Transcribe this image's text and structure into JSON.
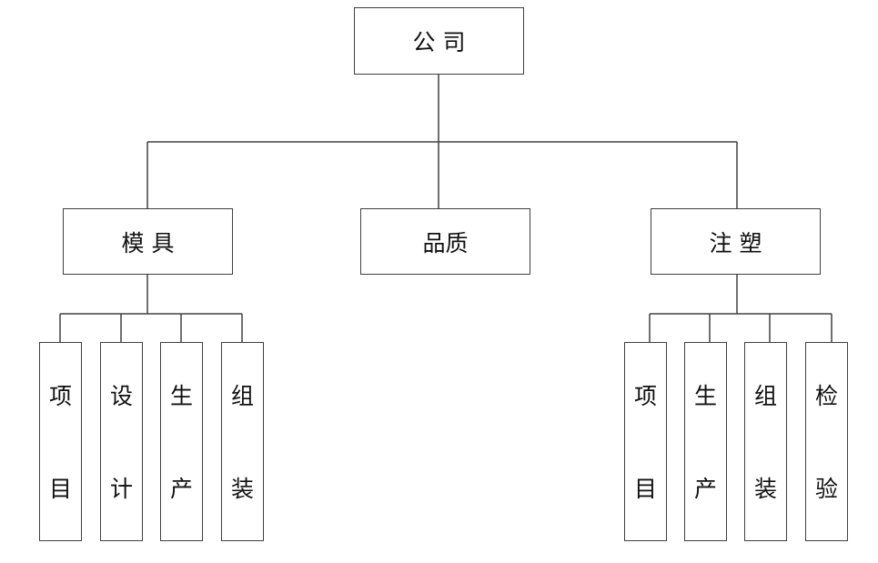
{
  "root": {
    "label": "公 司"
  },
  "departments": [
    {
      "label": "模 具",
      "children": [
        "项目",
        "设计",
        "生产",
        "组装"
      ]
    },
    {
      "label": "品质",
      "children": []
    },
    {
      "label": "注 塑",
      "children": [
        "项目",
        "生产",
        "组装",
        "检验"
      ]
    }
  ],
  "line_color": "#404040"
}
